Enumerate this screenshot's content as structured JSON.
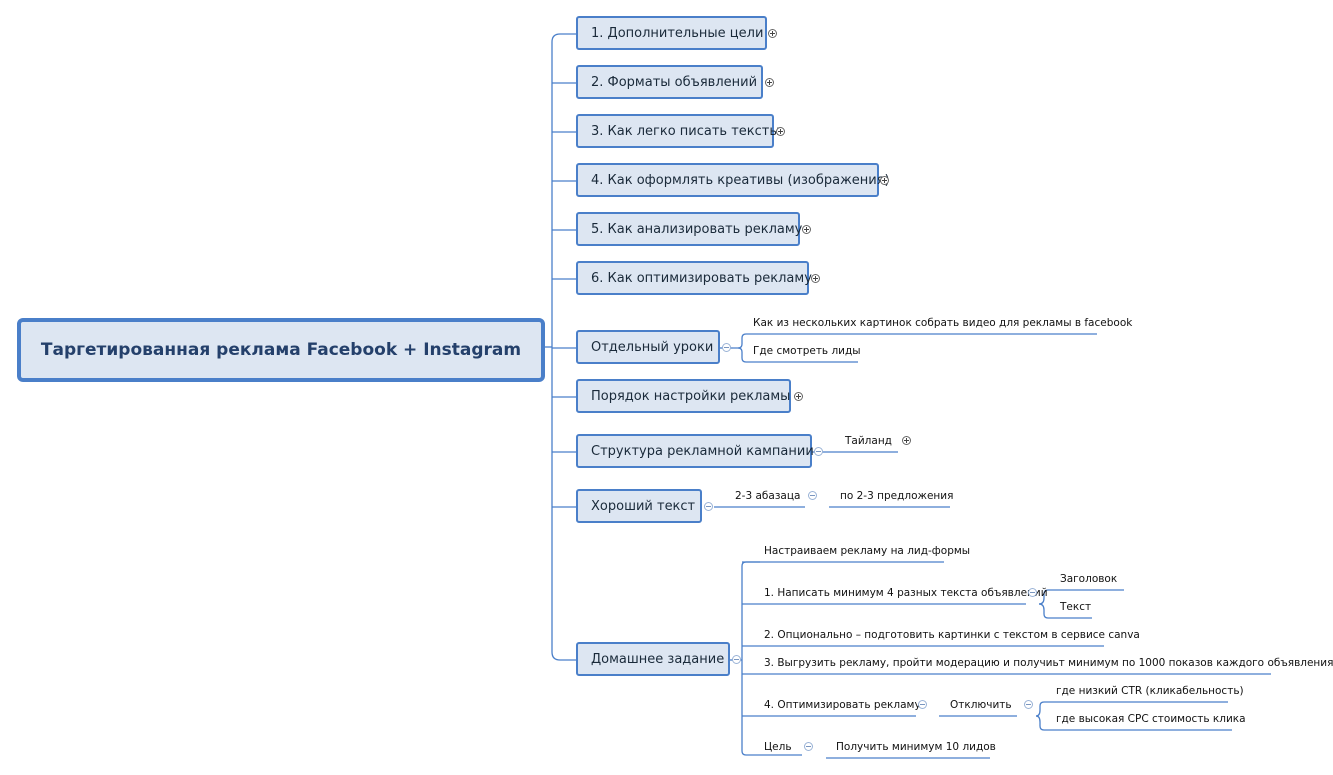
{
  "root": "Таргетированная реклама Facebook + Instagram",
  "branches": [
    {
      "label": "1. Дополнительные цели",
      "collapsed": true
    },
    {
      "label": "2. Форматы объявлений",
      "collapsed": true
    },
    {
      "label": "3. Как легко писать тексты",
      "collapsed": true
    },
    {
      "label": "4. Как оформлять креативы (изображения)",
      "collapsed": true
    },
    {
      "label": "5. Как анализировать рекламу",
      "collapsed": true
    },
    {
      "label": "6. Как оптимизировать рекламу",
      "collapsed": true
    },
    {
      "label": "Отдельный уроки",
      "collapsed": false,
      "children": [
        {
          "label": "Как из нескольких картинок собрать видео для рекламы в facebook"
        },
        {
          "label": "Где смотреть лиды"
        }
      ]
    },
    {
      "label": "Порядок настройки рекламы",
      "collapsed": true
    },
    {
      "label": "Структура рекламной кампании",
      "collapsed": false,
      "children": [
        {
          "label": "Тайланд",
          "collapsed": true
        }
      ]
    },
    {
      "label": "Хороший текст",
      "collapsed": false,
      "children": [
        {
          "label": "2-3 абазаца",
          "children": [
            {
              "label": "по 2-3 предложения"
            }
          ]
        }
      ]
    },
    {
      "label": "Домашнее задание",
      "collapsed": false,
      "children": [
        {
          "label": "Настраиваем рекламу на лид-формы"
        },
        {
          "label": "1. Написать минимум 4 разных текста объявлений",
          "children": [
            {
              "label": "Заголовок"
            },
            {
              "label": "Текст"
            }
          ]
        },
        {
          "label": "2. Опционально – подготовить картинки с текстом в сервисе canva"
        },
        {
          "label": "3. Выгрузить рекламу, пройти модерацию и получиьт минимум по 1000 показов каждого объявления"
        },
        {
          "label": "4. Оптимизировать рекламу",
          "children": [
            {
              "label": "Отключить",
              "children": [
                {
                  "label": "где низкий CTR (кликабельность)"
                },
                {
                  "label": "где высокая CPC стоимость клика"
                }
              ]
            }
          ]
        },
        {
          "label": "Цель",
          "children": [
            {
              "label": "Получить минимум 10 лидов"
            }
          ]
        }
      ]
    }
  ],
  "colors": {
    "line": "#4a7fc9",
    "box_fill": "#dde6f2",
    "root_text": "#24406b"
  }
}
